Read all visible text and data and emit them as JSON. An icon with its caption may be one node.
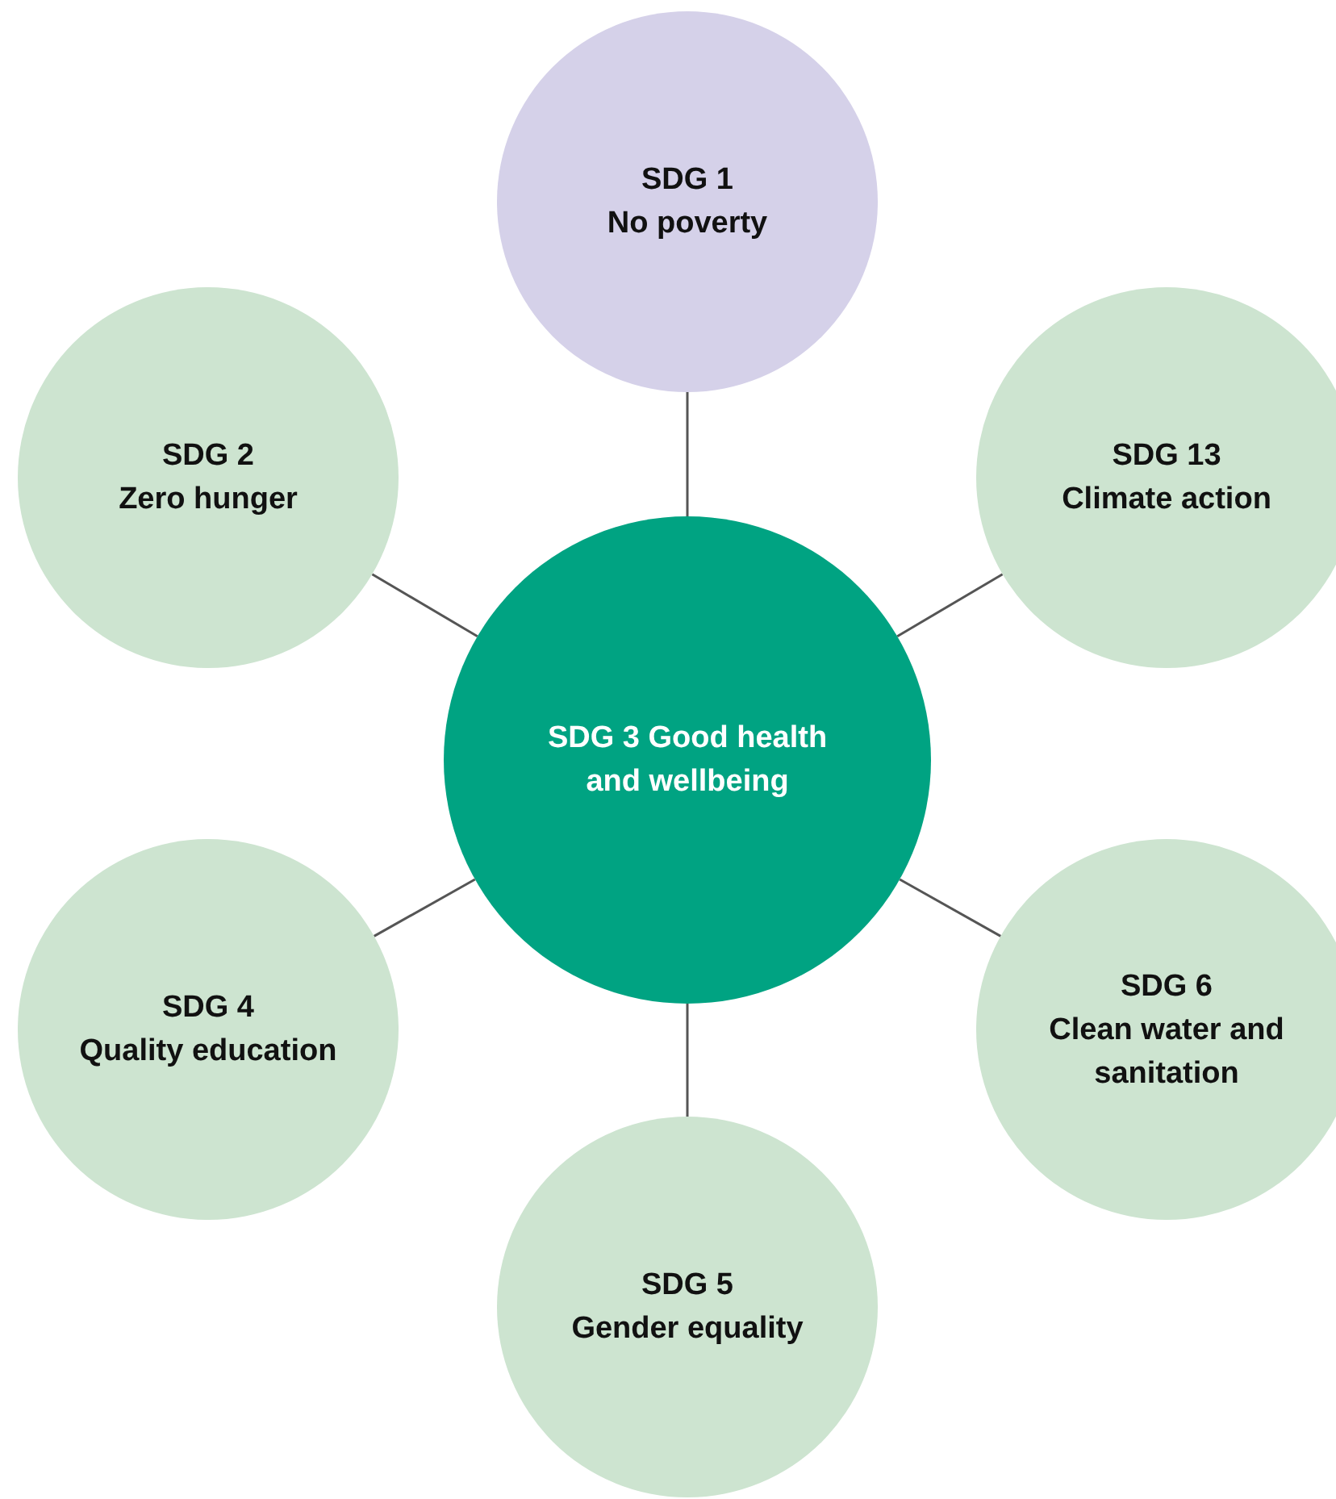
{
  "diagram": {
    "nodes": [
      {
        "text": [
          "SDG 1",
          "No poverty"
        ]
      },
      {
        "text": [
          "SDG 2",
          "Zero hunger"
        ]
      },
      {
        "text": [
          "SDG 13",
          "Climate action"
        ]
      },
      {
        "text": [
          "SDG 3 Good health and wellbeing"
        ]
      },
      {
        "text": [
          "SDG 4",
          "Quality education"
        ]
      },
      {
        "text": [
          "SDG 6",
          "Clean water and sanitation"
        ]
      },
      {
        "text": [
          "SDG 5",
          "Gender equality"
        ]
      }
    ],
    "edges": [
      {
        "from": 3,
        "to": 0,
        "arrow": "none"
      },
      {
        "from": 3,
        "to": 1,
        "arrow": "none"
      },
      {
        "from": 3,
        "to": 2,
        "arrow": "none"
      },
      {
        "from": 3,
        "to": 4,
        "arrow": "none"
      },
      {
        "from": 3,
        "to": 5,
        "arrow": "none"
      },
      {
        "from": 3,
        "to": 6,
        "arrow": "none"
      }
    ]
  }
}
